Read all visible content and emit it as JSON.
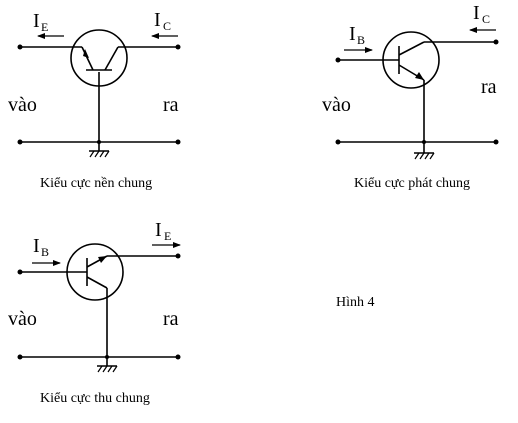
{
  "circuits": {
    "common_base": {
      "current_left": {
        "letter": "I",
        "sub": "E"
      },
      "current_right": {
        "letter": "I",
        "sub": "C"
      },
      "input_label": "vào",
      "output_label": "ra",
      "caption": "Kiểu cực nền chung"
    },
    "common_emitter": {
      "current_left": {
        "letter": "I",
        "sub": "B"
      },
      "current_right": {
        "letter": "I",
        "sub": "C"
      },
      "input_label": "vào",
      "output_label": "ra",
      "caption": "Kiểu cực phát chung"
    },
    "common_collector": {
      "current_left": {
        "letter": "I",
        "sub": "B"
      },
      "current_right": {
        "letter": "I",
        "sub": "E"
      },
      "input_label": "vào",
      "output_label": "ra",
      "caption": "Kiểu cực thu chung"
    }
  },
  "figure_label": "Hình 4"
}
